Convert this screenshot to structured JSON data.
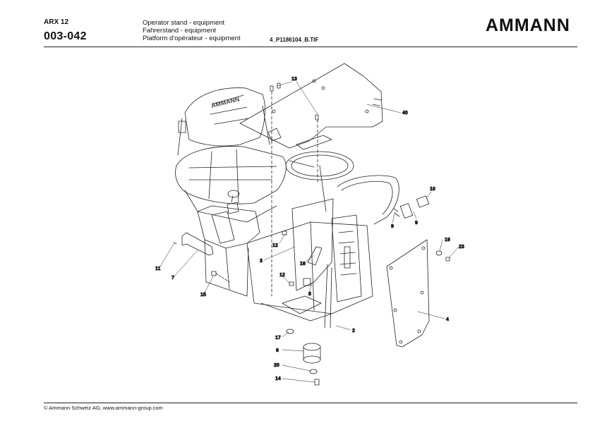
{
  "header": {
    "model": "ARX 12",
    "doc_number": "003-042",
    "title_lines": [
      "Operator stand - equipment",
      "Fahrerstand - equipment",
      "Platform d'opérateur - equipment"
    ],
    "file_name": "4_P1186104_B.TIF",
    "logo_text": "AMMANN"
  },
  "footer": {
    "copyright": "© Ammann Schweiz AG, www.ammann-group.com"
  },
  "callouts": [
    "13",
    "40",
    "10",
    "9",
    "9",
    "12",
    "3",
    "16",
    "19",
    "23",
    "11",
    "7",
    "12",
    "8",
    "15",
    "4",
    "2",
    "17",
    "6",
    "20",
    "14"
  ]
}
